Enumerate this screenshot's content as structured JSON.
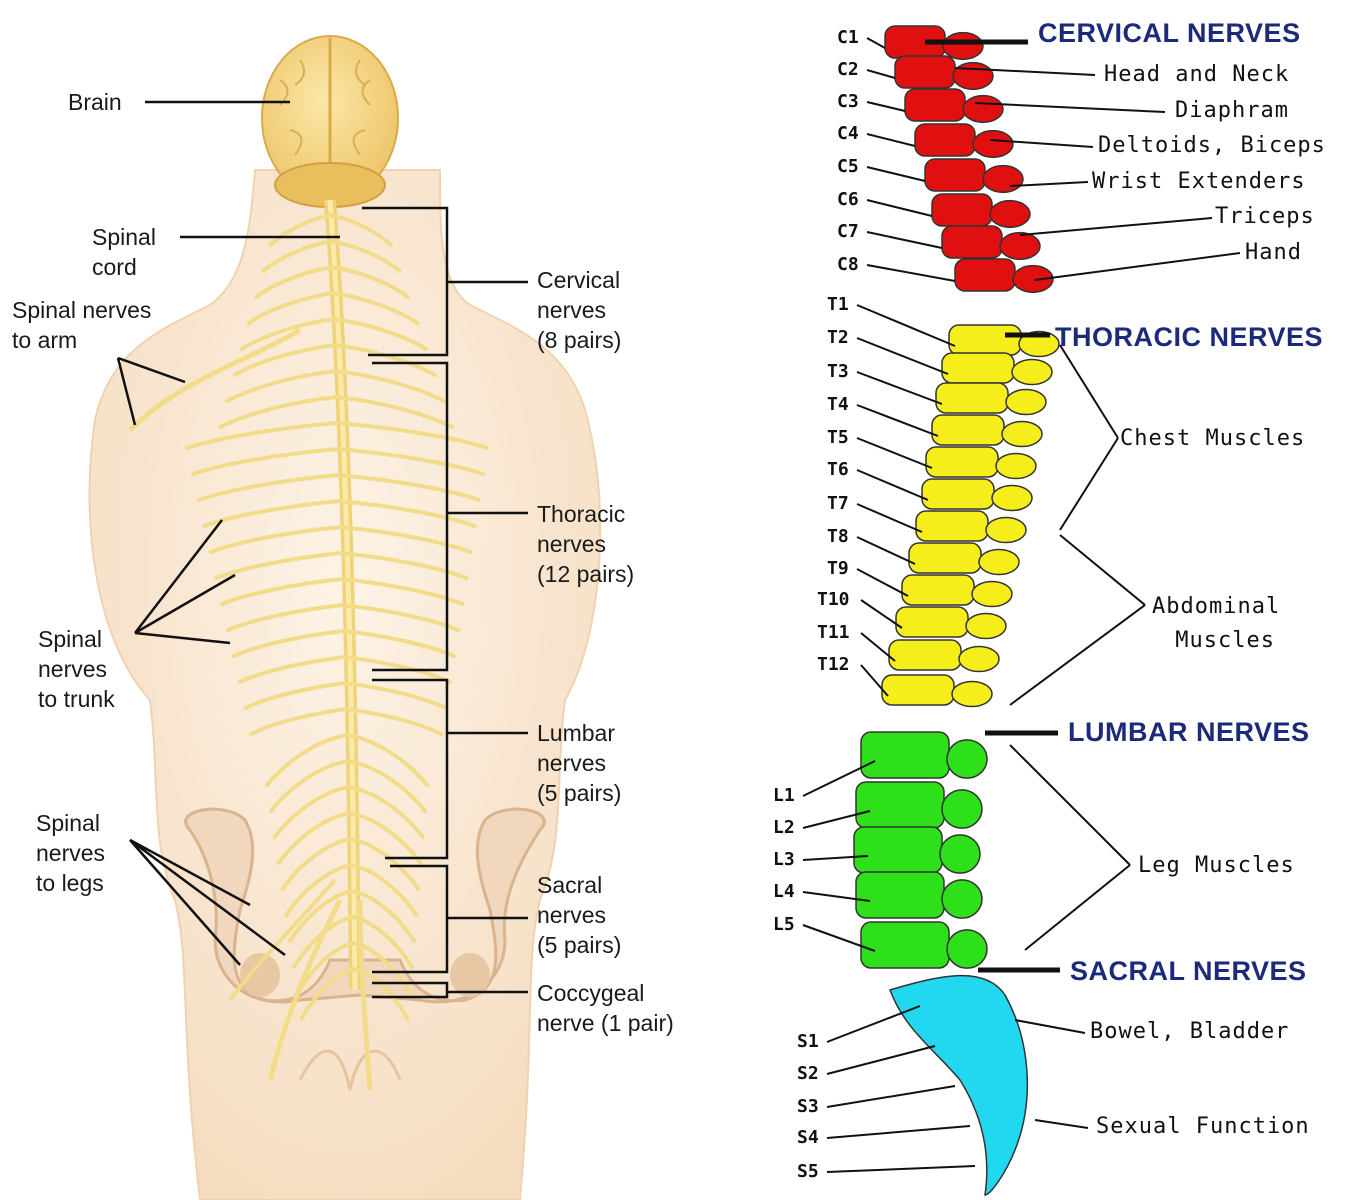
{
  "left_labels": {
    "brain": "Brain",
    "spinal_cord": [
      "Spinal",
      "cord"
    ],
    "arm": [
      "Spinal nerves",
      "to arm"
    ],
    "trunk": [
      "Spinal",
      "nerves",
      "to trunk"
    ],
    "legs": [
      "Spinal",
      "nerves",
      "to legs"
    ],
    "cervical": [
      "Cervical",
      "nerves",
      "(8 pairs)"
    ],
    "thoracic": [
      "Thoracic",
      "nerves",
      "(12 pairs)"
    ],
    "lumbar": [
      "Lumbar",
      "nerves",
      "(5 pairs)"
    ],
    "sacral": [
      "Sacral",
      "nerves",
      "(5 pairs)"
    ],
    "coccygeal": [
      "Coccygeal",
      "nerve (1 pair)"
    ]
  },
  "headers": {
    "cervical": "CERVICAL NERVES",
    "thoracic": "THORACIC NERVES",
    "lumbar": "LUMBAR NERVES",
    "sacral": "SACRAL NERVES"
  },
  "vertebrae": {
    "cervical": [
      "C1",
      "C2",
      "C3",
      "C4",
      "C5",
      "C6",
      "C7",
      "C8"
    ],
    "thoracic": [
      "T1",
      "T2",
      "T3",
      "T4",
      "T5",
      "T6",
      "T7",
      "T8",
      "T9",
      "T10",
      "T11",
      "T12"
    ],
    "lumbar": [
      "L1",
      "L2",
      "L3",
      "L4",
      "L5"
    ],
    "sacral": [
      "S1",
      "S2",
      "S3",
      "S4",
      "S5"
    ]
  },
  "functions": {
    "head_neck": "Head and Neck",
    "diaphram": "Diaphram",
    "deltoids": "Deltoids, Biceps",
    "wrist": "Wrist Extenders",
    "triceps": "Triceps",
    "hand": "Hand",
    "chest": "Chest Muscles",
    "abdominal": [
      "Abdominal",
      "Muscles"
    ],
    "leg": "Leg Muscles",
    "bowel": "Bowel,  Bladder",
    "sexual": "Sexual Function"
  },
  "colors": {
    "cervical": "#e01010",
    "thoracic": "#f5ee1a",
    "lumbar": "#2ee01a",
    "sacral": "#22d8f0",
    "header_text": "#1b2a7a",
    "nerve": "#f2dc8a",
    "skin": "#f8e6d0",
    "brain": "#f5d98a"
  }
}
